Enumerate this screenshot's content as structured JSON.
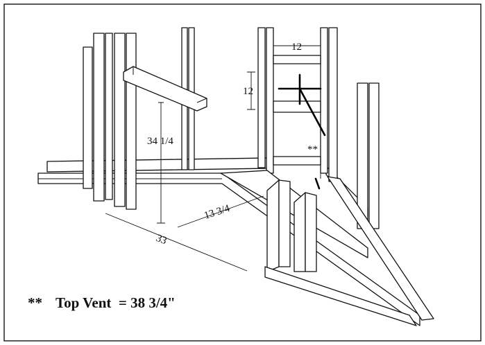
{
  "labels": {
    "dim_top_width": "12",
    "dim_top_height": "12",
    "dim_shelf_height": "34 1/4",
    "dim_diagonal": "13 3/4",
    "dim_base": "33",
    "vent_marker": "**"
  },
  "note": {
    "marker": "**",
    "text": "Top Vent  = 38 3/4\""
  }
}
